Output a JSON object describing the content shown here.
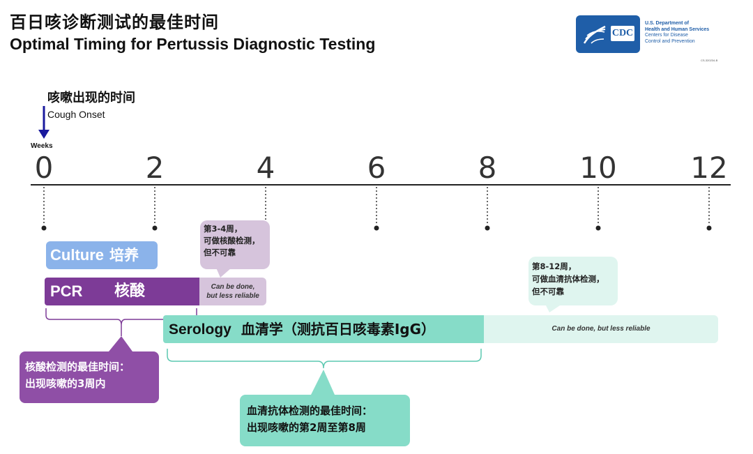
{
  "header": {
    "title_cn": "百日咳诊断测试的最佳时间",
    "title_en": "Optimal Timing for Pertussis Diagnostic Testing"
  },
  "logo": {
    "badge_text": "CDC",
    "line1": "U.S. Department of",
    "line2": "Health and Human Services",
    "line3": "Centers for Disease",
    "line4": "Control and Prevention",
    "code": "CS-320234-B",
    "color": "#1f5ea8",
    "icon": "hhs-eagle-icon"
  },
  "timeline": {
    "onset_cn": "咳嗽出现的时间",
    "onset_en": "Cough Onset",
    "weeks_label": "Weeks",
    "ticks": [
      "0",
      "2",
      "4",
      "6",
      "8",
      "10",
      "12"
    ]
  },
  "culture": {
    "label_en": "Culture",
    "label_cn": "培养",
    "color": "#8bb3ea"
  },
  "pcr": {
    "label_en": "PCR",
    "label_cn": "核酸",
    "color": "#7d3b97",
    "ext_line1": "Can be done,",
    "ext_line2": "but less reliable",
    "bubble_line1": "第3-4周，",
    "bubble_line2": "可做核酸检测，",
    "bubble_line3": "但不可靠",
    "callout_line1": "核酸检测的最佳时间：",
    "callout_line2": "出现咳嗽的3周内"
  },
  "serology": {
    "label_en": "Serology",
    "label_cn": "血清学（测抗百日咳毒素IgG）",
    "color": "#86dcc8",
    "ext_text": "Can be done, but less reliable",
    "bubble_line1": "第8-12周，",
    "bubble_line2": "可做血清抗体检测，",
    "bubble_line3": "但不可靠",
    "callout_line1": "血清抗体检测的最佳时间：",
    "callout_line2": "出现咳嗽的第2周至第8周"
  }
}
